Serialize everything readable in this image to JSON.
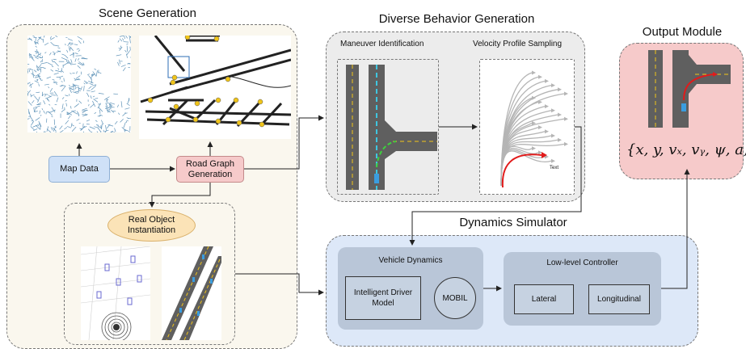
{
  "scene_generation": {
    "title": "Scene Generation",
    "map_data": "Map Data",
    "road_graph": "Road Graph Generation",
    "real_object": "Real Object Instantiation"
  },
  "behavior_generation": {
    "title": "Diverse Behavior Generation",
    "maneuver": "Maneuver Identification",
    "velocity": "Velocity Profile Sampling",
    "plot_text": "Text"
  },
  "dynamics_simulator": {
    "title": "Dynamics Simulator",
    "vehicle_dynamics": "Vehicle Dynamics",
    "idm": "Intelligent Driver Model",
    "mobil": "MOBIL",
    "low_level": "Low-level Controller",
    "lateral": "Lateral",
    "longitudinal": "Longitudinal"
  },
  "output_module": {
    "title": "Output Module",
    "formula": "{x, y, vₓ, vᵧ, ψ, a, φ}"
  },
  "colors": {
    "scene_bg": "#faf7ee",
    "behavior_bg": "#ececec",
    "dynamics_bg": "#dde8f8",
    "output_bg": "#f6caca",
    "map_node": "#cfe1f7",
    "road_node": "#f6caca",
    "object_node": "#fbe3b7",
    "road_gray": "#5f5f5f",
    "lane_yellow": "#f0c419",
    "trajectory_red": "#e11b1b"
  }
}
